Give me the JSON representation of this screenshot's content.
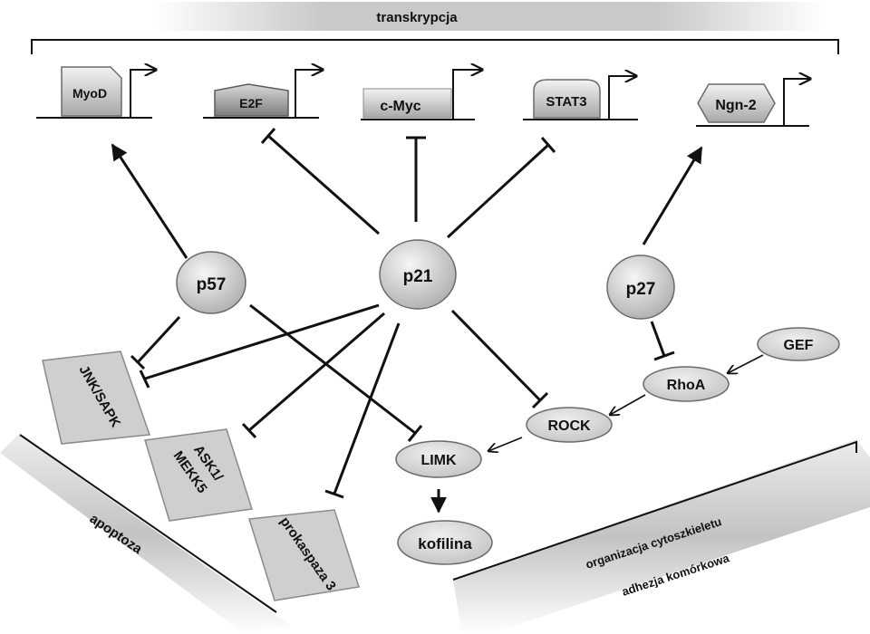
{
  "banners": {
    "top": "transkrypcja",
    "bottom_left": "apoptoza",
    "bottom_right_1": "organizacja cytoszkieletu",
    "bottom_right_2": "adhezja komórkowa"
  },
  "genes": {
    "myod": "MyoD",
    "e2f": "E2F",
    "cmyc": "c-Myc",
    "stat3": "STAT3",
    "ngn2": "Ngn-2"
  },
  "proteins": {
    "p57": "p57",
    "p21": "p21",
    "p27": "p27",
    "gef": "GEF",
    "rhoa": "RhoA",
    "rock": "ROCK",
    "limk": "LIMK",
    "kofilina": "kofilina"
  },
  "apoptosis_targets": {
    "jnk": "JNK/SAPK",
    "ask1_line1": "ASK1/",
    "ask1_line2": "MEKK5",
    "prokaspaza": "prokaspaza 3"
  },
  "colors": {
    "node_fill": "#d4d4d4",
    "node_stroke": "#6a6a6a",
    "diamond_fill": "#cfcfcf",
    "banner_shadow": "#bdbdbd"
  }
}
